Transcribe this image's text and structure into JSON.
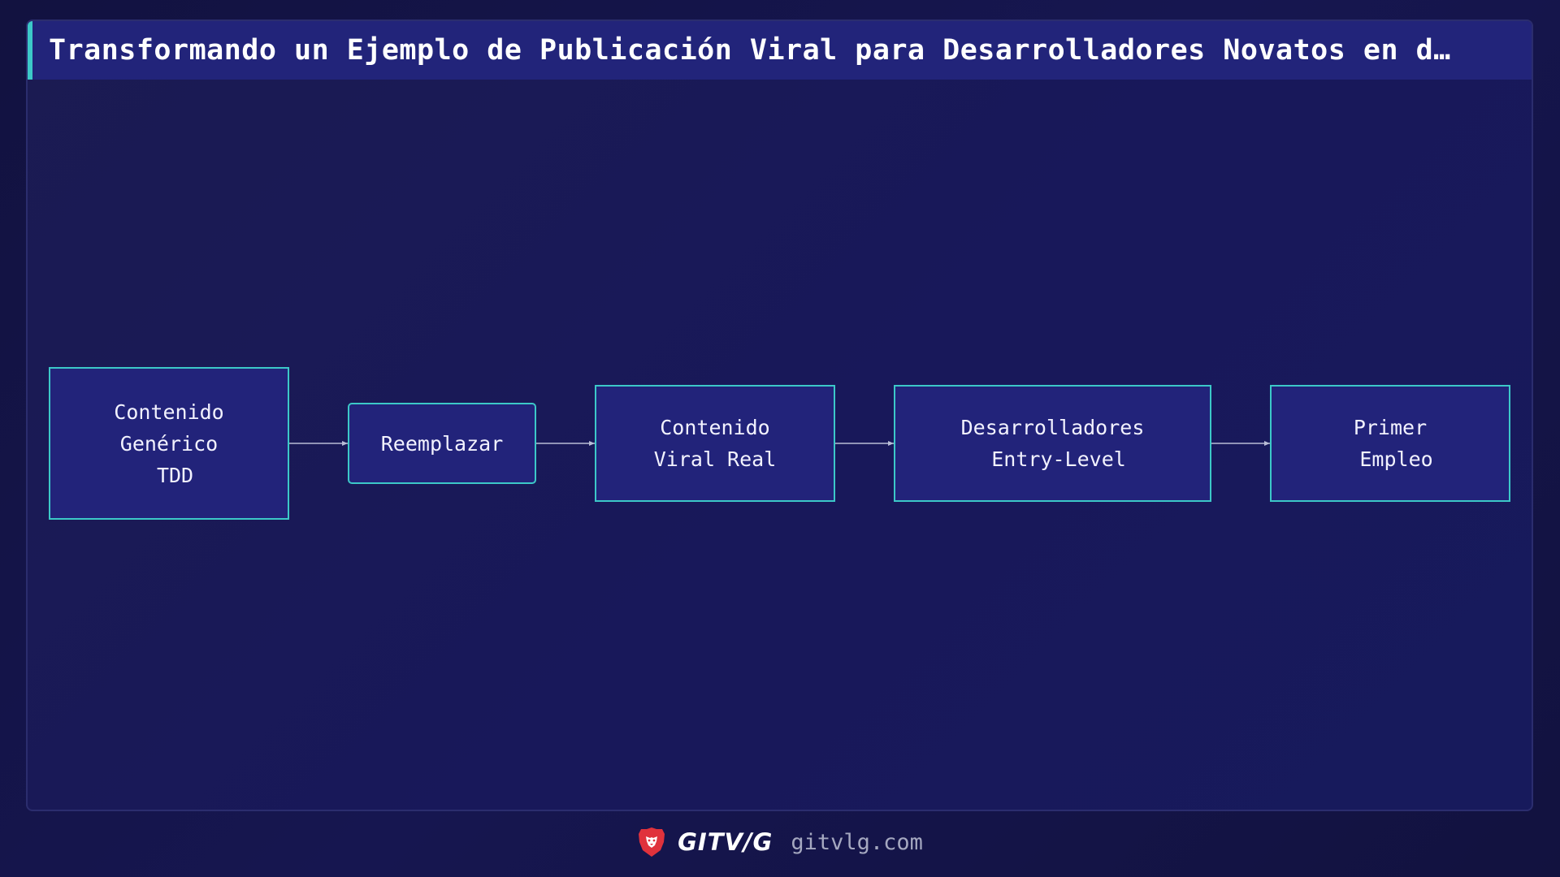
{
  "title": "Transformando un Ejemplo de Publicación Viral para Desarrolladores Novatos en d…",
  "nodes": [
    {
      "id": "n1",
      "label": "Contenido\nGenérico\n TDD"
    },
    {
      "id": "n2",
      "label": "Reemplazar"
    },
    {
      "id": "n3",
      "label": "Contenido\nViral Real"
    },
    {
      "id": "n4",
      "label": "Desarrolladores\n Entry-Level"
    },
    {
      "id": "n5",
      "label": "Primer\n Empleo"
    }
  ],
  "edges": [
    {
      "from": "n1",
      "to": "n2"
    },
    {
      "from": "n2",
      "to": "n3"
    },
    {
      "from": "n3",
      "to": "n4"
    },
    {
      "from": "n4",
      "to": "n5"
    }
  ],
  "footer": {
    "brand": "GITV/G",
    "url": "gitvlg.com",
    "logo_icon": "lion-shield-icon"
  },
  "colors": {
    "node_fill": "#22237a",
    "node_border": "#3cc8c8",
    "edge": "#b9bdd6",
    "logo": "#e0323c",
    "title_accent": "#3cc8c8"
  }
}
